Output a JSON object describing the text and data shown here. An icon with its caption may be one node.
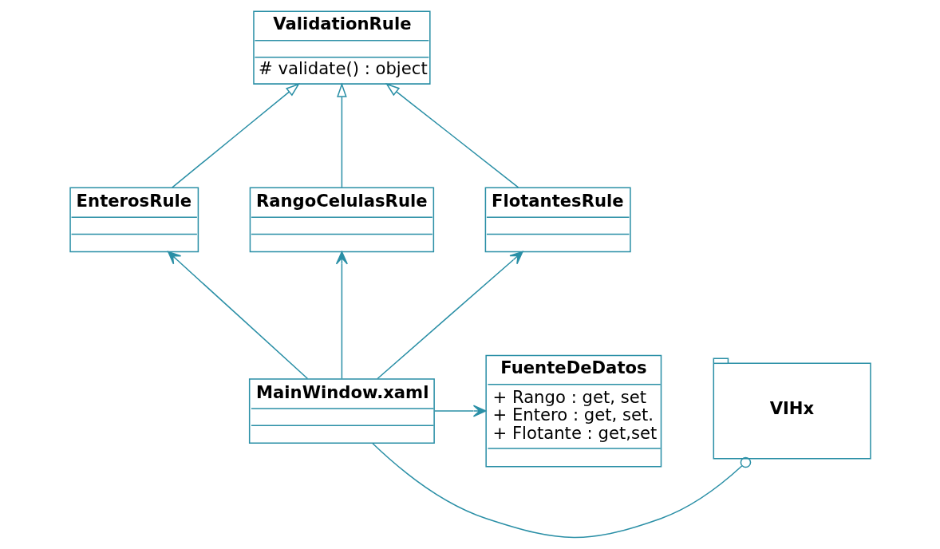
{
  "diagram": {
    "nodes": [
      {
        "text": [
          "ValidationRule",
          "# validate() : object"
        ]
      },
      {
        "text": [
          "EnterosRule"
        ]
      },
      {
        "text": [
          "RangoCelulasRule"
        ]
      },
      {
        "text": [
          "FlotantesRule"
        ]
      },
      {
        "text": [
          "FuenteDeDatos",
          "+ Rango : get, set",
          "+ Entero : get, set.",
          "+ Flotante : get,set"
        ]
      },
      {
        "text": [
          "MainWindow.xaml"
        ]
      },
      {
        "text": [
          "VIHx"
        ]
      }
    ],
    "edges": [
      {
        "from": 1,
        "to": 0,
        "arrow": "to"
      },
      {
        "from": 2,
        "to": 0,
        "arrow": "to"
      },
      {
        "from": 3,
        "to": 0,
        "arrow": "to"
      },
      {
        "from": 5,
        "to": 1,
        "arrow": "to"
      },
      {
        "from": 5,
        "to": 2,
        "arrow": "to"
      },
      {
        "from": 5,
        "to": 3,
        "arrow": "to"
      },
      {
        "from": 5,
        "to": 4,
        "arrow": "to"
      },
      {
        "from": 5,
        "to": 6,
        "arrow": "other"
      }
    ]
  }
}
